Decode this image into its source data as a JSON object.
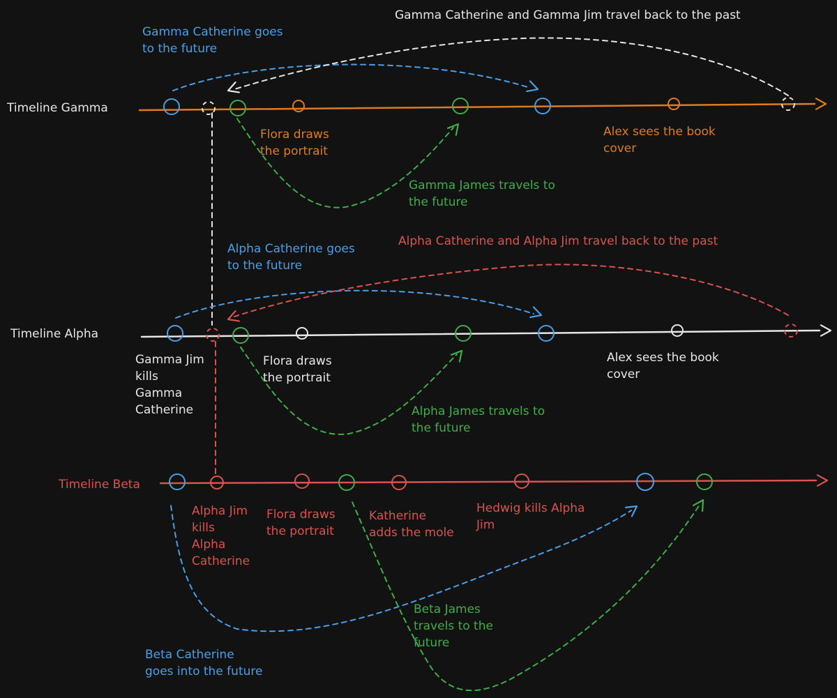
{
  "colors": {
    "background": "#121212",
    "gamma": "#e07b1f",
    "alpha": "#e6e6e6",
    "beta": "#d9534f",
    "catherine": "#4a9fe8",
    "james": "#3fae49",
    "travel_gamma": "#e6e6e6",
    "travel_alpha": "#d9534f"
  },
  "timelines": {
    "gamma": "Timeline Gamma",
    "alpha": "Timeline Alpha",
    "beta": "Timeline Beta"
  },
  "gamma_labels": {
    "catherine_future": "Gamma Catherine goes\nto the future",
    "travel_back": "Gamma Catherine and Gamma Jim travel back to the past",
    "flora": "Flora draws\nthe portrait",
    "james": "Gamma James travels to\nthe future",
    "alex": "Alex sees the book\ncover"
  },
  "alpha_labels": {
    "catherine_future": "Alpha Catherine goes\nto the future",
    "travel_back": "Alpha Catherine and Alpha Jim travel back to the past",
    "kills": "Gamma Jim\nkills\nGamma\nCatherine",
    "flora": "Flora draws\nthe portrait",
    "james": "Alpha James travels to\nthe future",
    "alex": "Alex sees the book\ncover"
  },
  "beta_labels": {
    "kills": "Alpha Jim\nkills\nAlpha\nCatherine",
    "flora": "Flora draws\nthe portrait",
    "katherine": "Katherine\nadds the mole",
    "hedwig": "Hedwig kills Alpha\nJim",
    "james": "Beta James\ntravels to the\nfuture",
    "catherine_future": "Beta Catherine\ngoes into the future"
  }
}
